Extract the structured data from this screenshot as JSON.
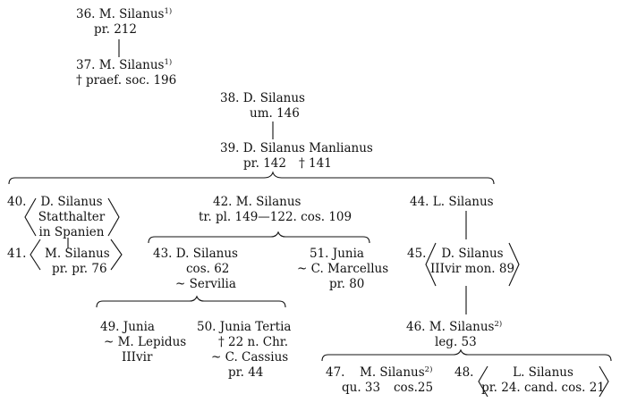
{
  "tree": {
    "p36": {
      "num": "36.",
      "name": "M. Silanus",
      "sup": "1)",
      "line2": "pr. 212"
    },
    "p37": {
      "num": "37.",
      "name": "M. Silanus",
      "sup": "1)",
      "line2": "† praef. soc. 196"
    },
    "p38": {
      "num": "38.",
      "name": "D. Silanus",
      "line2": "um. 146"
    },
    "p39": {
      "num": "39.",
      "name": "D. Silanus Manlianus",
      "line2a": "pr. 142",
      "line2b": "† 141"
    },
    "p40": {
      "num": "40.",
      "line1": "D. Silanus",
      "line2": "Statthalter",
      "line3": "in Spanien"
    },
    "p41": {
      "num": "41.",
      "line1": "M. Silanus",
      "line2": "pr. pr. 76"
    },
    "p42": {
      "num": "42.",
      "name": "M. Silanus",
      "line2": "tr. pl. 149—122. cos. 109"
    },
    "p43": {
      "num": "43.",
      "name": "D. Silanus",
      "line2": "cos. 62",
      "line3": "~ Servilia"
    },
    "p44": {
      "num": "44.",
      "name": "L. Silanus"
    },
    "p45": {
      "num": "45.",
      "line1": "D. Silanus",
      "line2": "IIIvir mon. 89"
    },
    "p46": {
      "num": "46.",
      "name": "M. Silanus",
      "sup": "2)",
      "line2": "leg. 53"
    },
    "p47": {
      "num": "47.",
      "name": "M. Silanus",
      "sup": "2)",
      "line2a": "qu. 33",
      "line2b": "cos.25"
    },
    "p48": {
      "num": "48.",
      "line1": "L. Silanus",
      "line2": "pr. 24. cand. cos. 21"
    },
    "p49": {
      "num": "49.",
      "name": "Junia",
      "line2": "~ M. Lepidus",
      "line3": "IIIvir"
    },
    "p50": {
      "num": "50.",
      "name": "Junia Tertia",
      "line2": "† 22 n. Chr.",
      "line3": "~ C. Cassius",
      "line4": "pr. 44"
    },
    "p51": {
      "num": "51.",
      "name": "Junia",
      "line2": "~ C. Marcellus",
      "line3": "pr. 80"
    }
  }
}
